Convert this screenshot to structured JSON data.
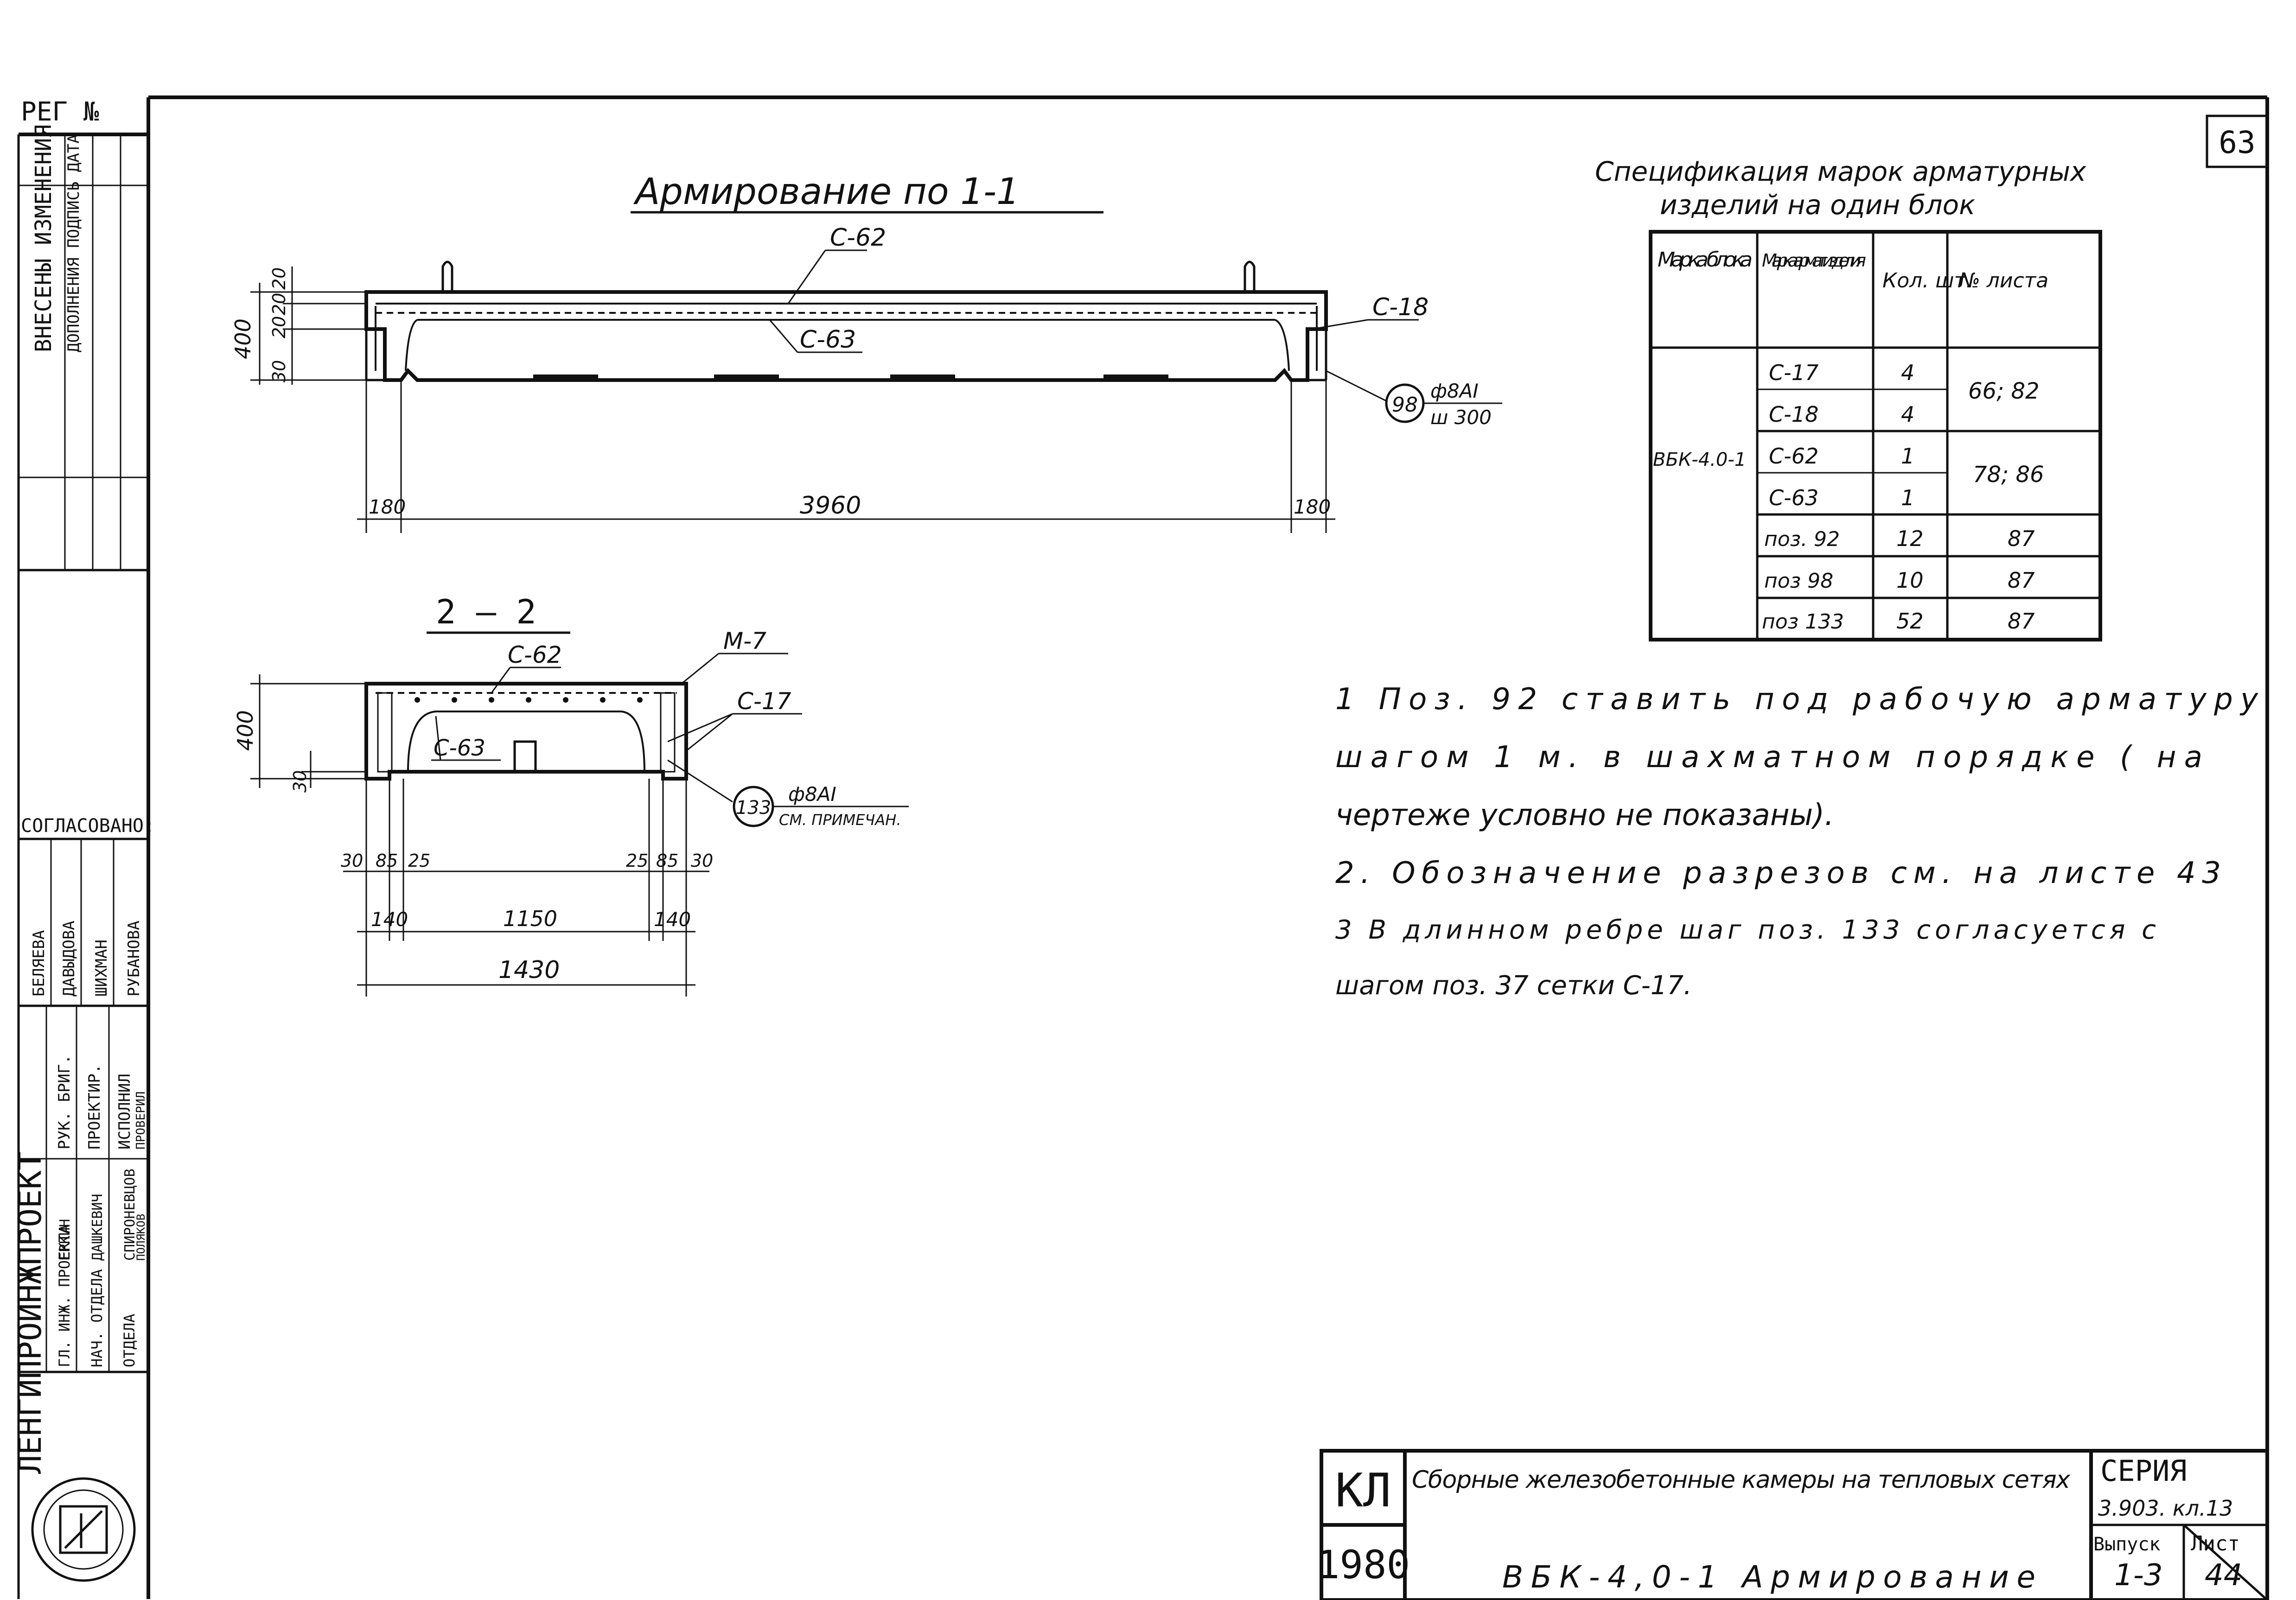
{
  "sheet": {
    "page_number": "63",
    "reg_label": "РЕГ №"
  },
  "left_strip": {
    "changes_header": "ВНЕСЕНЫ ИЗМЕНЕНИЯ",
    "changes_sub": "ДОПОЛНЕНИЯ ПОДПИСЬ ДАТА",
    "agreed_label": "СОГЛАСОВАНО:",
    "agreed_names": [
      "БЕЛЯЕВА",
      "ДАВЫДОВА",
      "ШИХМАН",
      "РУБАНОВА"
    ],
    "agreed_roles": [
      "РУК. БРИГ.",
      "ПРОЕКТИР.",
      "ИСПОЛНИЛ",
      "ПРОВЕРИЛ"
    ],
    "org_name": "ЛЕНГИПРОИНЖПРОЕКТ",
    "staff_roles": [
      "ГЛ. ИНЖ. ПРОЕКТА",
      "НАЧ. ОТДЕЛА",
      "ОТДЕЛА"
    ],
    "staff_names": [
      "ЕРКИН",
      "ДАШКЕВИЧ",
      "СПИРОНЕВЦОВ",
      "ПОЛЯКОВ"
    ]
  },
  "section_1": {
    "title": "Армирование по 1-1",
    "labels": {
      "top_bar": "С-62",
      "bottom_bar": "С-63",
      "side": "С-18",
      "callout_num": "98",
      "callout_top": "ф8AI",
      "callout_bot": "ш 300"
    },
    "dims": {
      "height": "400",
      "top_stack": [
        "20",
        "20",
        "20"
      ],
      "bottom": "30",
      "left": "180",
      "span": "3960",
      "right": "180"
    }
  },
  "section_2": {
    "title": "2 – 2",
    "labels": {
      "top_bar": "С-62",
      "inner": "С-63",
      "side": "С-17",
      "insert": "М-7",
      "callout_num": "133",
      "callout_top": "ф8AI",
      "callout_bot": "СМ. ПРИМЕЧАН."
    },
    "dims": {
      "height": "400",
      "bottom": "30",
      "row1": [
        "30",
        "85",
        "25",
        "25",
        "85",
        "30"
      ],
      "row2": [
        "140",
        "1150",
        "140"
      ],
      "total": "1430"
    }
  },
  "spec": {
    "title_line1": "Спецификация марок арматурных",
    "title_line2": "изделий на один блок",
    "headers": [
      "Марка блока",
      "Марка армат. изделия",
      "Кол. шт.",
      "№ листа"
    ],
    "block": "ВБК-4.0-1",
    "rows": [
      {
        "item": "С-17",
        "qty": "4"
      },
      {
        "item": "С-18",
        "qty": "4"
      },
      {
        "item": "С-62",
        "qty": "1"
      },
      {
        "item": "С-63",
        "qty": "1"
      },
      {
        "item": "поз. 92",
        "qty": "12",
        "sheet": "87"
      },
      {
        "item": "поз 98",
        "qty": "10",
        "sheet": "87"
      },
      {
        "item": "поз 133",
        "qty": "52",
        "sheet": "87"
      }
    ],
    "merged_sheets": [
      "66; 82",
      "78; 86"
    ]
  },
  "notes": [
    "1  Поз. 92  ставить  под  рабочую  арматуру",
    "шагом  1 м.  в  шахматном  порядке  ( на",
    "чертеже  условно  не  показаны).",
    "2.  Обозначение  разрезов  см.  на  листе 43",
    "3  В длинном  ребре  шаг  поз. 133  согласуется  с",
    "шагом  поз. 37  сетки С-17."
  ],
  "title_block": {
    "code": "КЛ",
    "year": "1980",
    "description": "Сборные железобетонные камеры на тепловых сетях",
    "series_label": "СЕРИЯ",
    "series_value": "3.903. кл.13",
    "issue_label": "Выпуск",
    "issue_value": "1-3",
    "sheet_label": "Лист",
    "sheet_value": "44",
    "drawing_name": "ВБК-4,0-1 Армирование"
  }
}
